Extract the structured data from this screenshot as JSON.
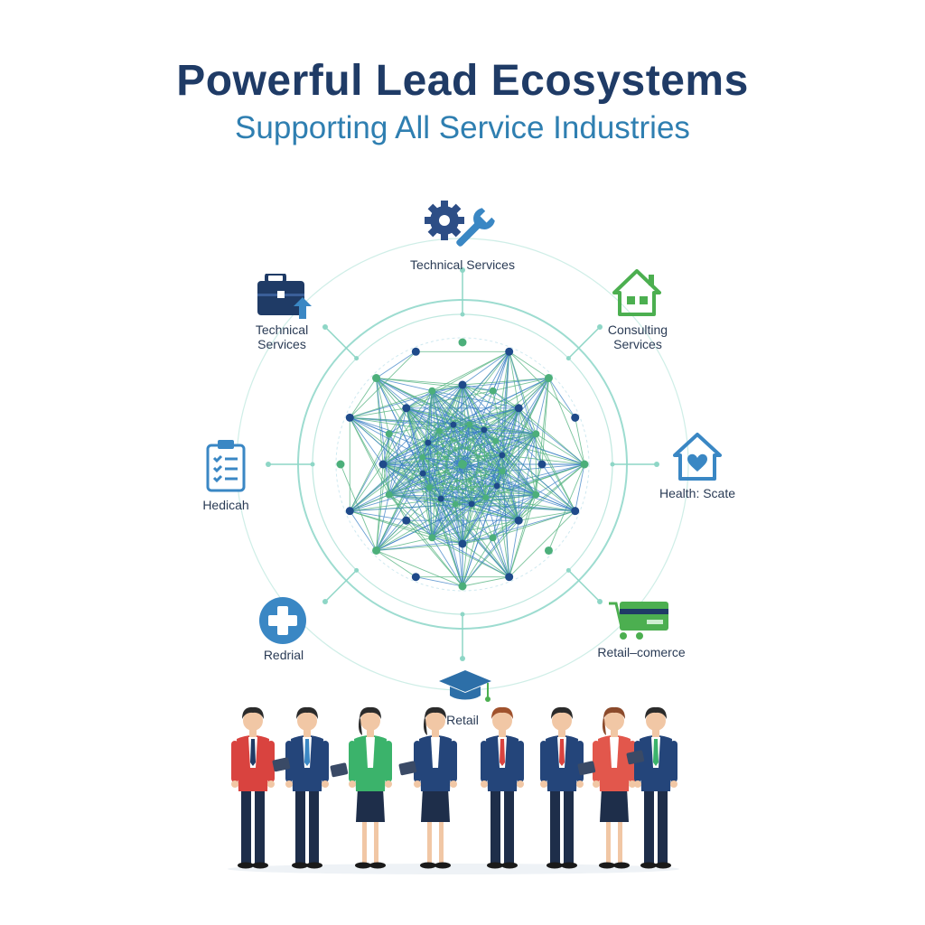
{
  "header": {
    "title": "Powerful Lead Ecosystems",
    "subtitle": "Supporting All Service Industries"
  },
  "nodes": [
    {
      "id": "top",
      "label": "Technical Services",
      "icon": "gear-wrench-icon",
      "color": "#2d4e86"
    },
    {
      "id": "top-left",
      "label": "Technical\nServices",
      "icon": "briefcase-icon",
      "color": "#1f3b66"
    },
    {
      "id": "top-right",
      "label": "Consulting\nServices",
      "icon": "house-icon",
      "color": "#4caf50"
    },
    {
      "id": "left",
      "label": "Hedicah",
      "icon": "clipboard-icon",
      "color": "#3a87c4"
    },
    {
      "id": "right",
      "label": "Health: Scate",
      "icon": "home-heart-icon",
      "color": "#3a87c4"
    },
    {
      "id": "bottom-left",
      "label": "Redrial",
      "icon": "medical-cross-icon",
      "color": "#3a87c4"
    },
    {
      "id": "bottom-right",
      "label": "Retail–comerce",
      "icon": "cart-card-icon",
      "color": "#4caf50"
    },
    {
      "id": "bottom",
      "label": "Retail",
      "icon": "graduation-cap-icon",
      "color": "#2d6fa8"
    }
  ],
  "colors": {
    "network_green": "#4caf7a",
    "network_blue": "#3a7fc4",
    "node_navy": "#1f4a8a",
    "ring": "#8ed6c6"
  }
}
